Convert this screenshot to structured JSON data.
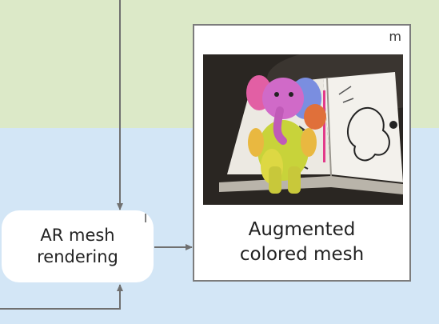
{
  "nodes": {
    "ar_mesh_rendering": {
      "line1": "AR mesh",
      "line2": "rendering",
      "tag": "l"
    },
    "augmented_colored_mesh": {
      "line1": "Augmented",
      "line2": "colored mesh",
      "tag": "m"
    }
  },
  "colors": {
    "top_region": "#dce9c8",
    "bottom_region": "#d3e6f6",
    "connector": "#707070"
  }
}
